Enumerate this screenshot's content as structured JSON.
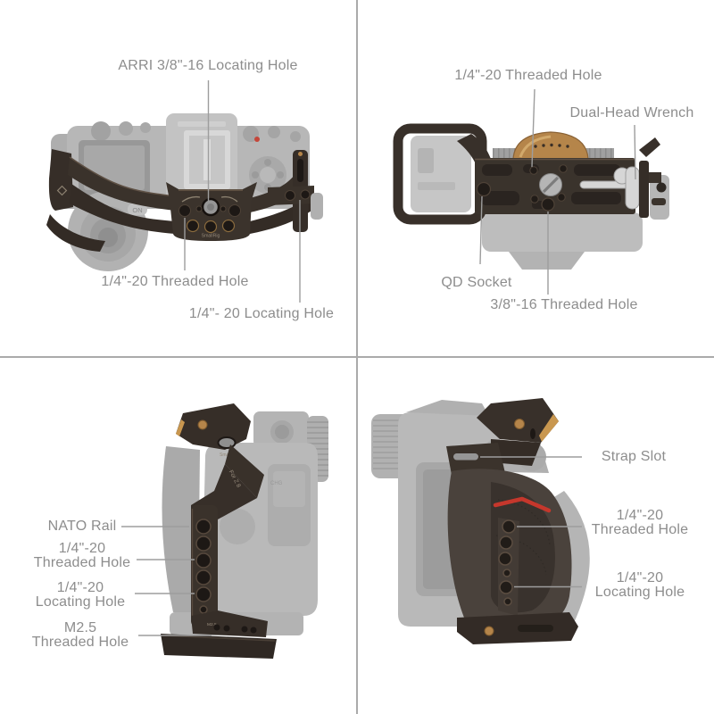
{
  "quadrants": {
    "top_left": {
      "labels": {
        "arri_locating": "ARRI 3/8\"-16 Locating Hole",
        "threaded": "1/4\"-20 Threaded Hole",
        "locating": "1/4\"- 20 Locating Hole"
      },
      "engravings": {
        "brand": "SmallRig",
        "on_button": "ON"
      }
    },
    "top_right": {
      "labels": {
        "threaded": "1/4\"-20 Threaded Hole",
        "wrench": "Dual-Head Wrench",
        "qd": "QD Socket",
        "threaded38": "3/8\"-16 Threaded Hole"
      }
    },
    "bottom_left": {
      "labels": {
        "nato": "NATO Rail",
        "threaded": "1/4\"-20\nThreaded Hole",
        "locating": "1/4\"-20\nLocating Hole",
        "m25": "M2.5\nThreaded Hole"
      },
      "engravings": {
        "brand": "SmallRig",
        "model": "For Z 8",
        "m25": "M2.5",
        "chg": "CHG"
      }
    },
    "bottom_right": {
      "labels": {
        "strap": "Strap Slot",
        "threaded": "1/4\"-20\nThreaded Hole",
        "locating": "1/4\"-20\nLocating Hole"
      }
    }
  },
  "colors": {
    "background": "#ffffff",
    "divider": "#aaaaaa",
    "label_text": "#8d8d8d",
    "leader_line": "#9d9d9d",
    "cage_dark": "#39312b",
    "cage_hole": "#1d1815",
    "bronze_accent": "#b5854a",
    "gold_edge": "#c9974f",
    "red_accent": "#c5372c",
    "green_led": "#5abf63",
    "ghost_gray": "#b7b7b7",
    "wrench_gray": "#d6d6d6"
  }
}
